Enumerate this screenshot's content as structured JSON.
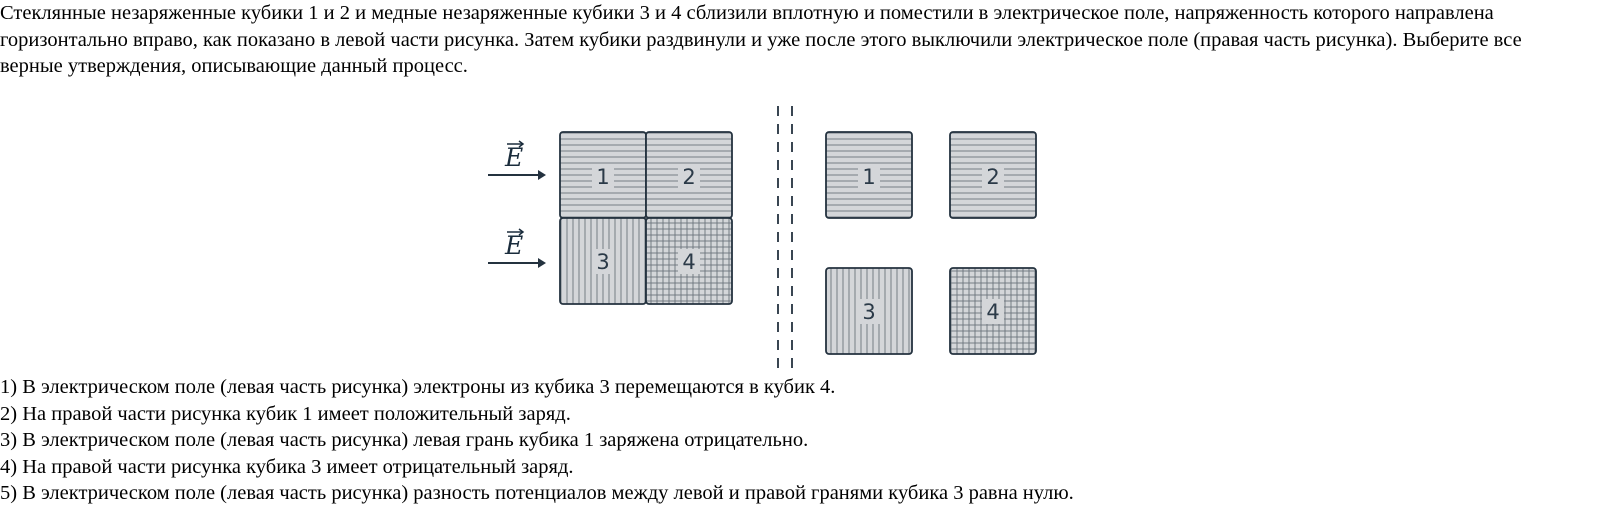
{
  "task": {
    "text": "Стеклянные незаряженные кубики 1 и 2 и медные незаряженные кубики 3 и 4 сблизили вплотную и поместили в электрическое поле, напряженность которого направлена горизонтально вправо, как показано в левой части рисунка. Затем кубики раздвинули и уже после этого выключили электрическое поле (правая часть рисунка). Выберите все верные утверждения, описывающие данный процесс."
  },
  "figure": {
    "field_label": "E",
    "cube_labels": [
      "1",
      "2",
      "3",
      "4"
    ],
    "colors": {
      "cube_fill": "#d4d6d9",
      "cube_stroke": "#24323f",
      "hatch": "#6b737b",
      "arrow": "#24323f"
    }
  },
  "answers": [
    "1) В электрическом поле (левая часть рисунка) электроны из кубика 3 перемещаются в кубик 4.",
    "2) На правой части рисунка кубик 1 имеет положительный заряд.",
    "3) В электрическом поле (левая часть рисунка) левая грань кубика 1 заряжена отрицательно.",
    "4) На правой части рисунка кубика 3 имеет отрицательный заряд.",
    "5) В электрическом поле (левая часть рисунка) разность потенциалов между левой и правой гранями кубика 3 равна нулю."
  ]
}
